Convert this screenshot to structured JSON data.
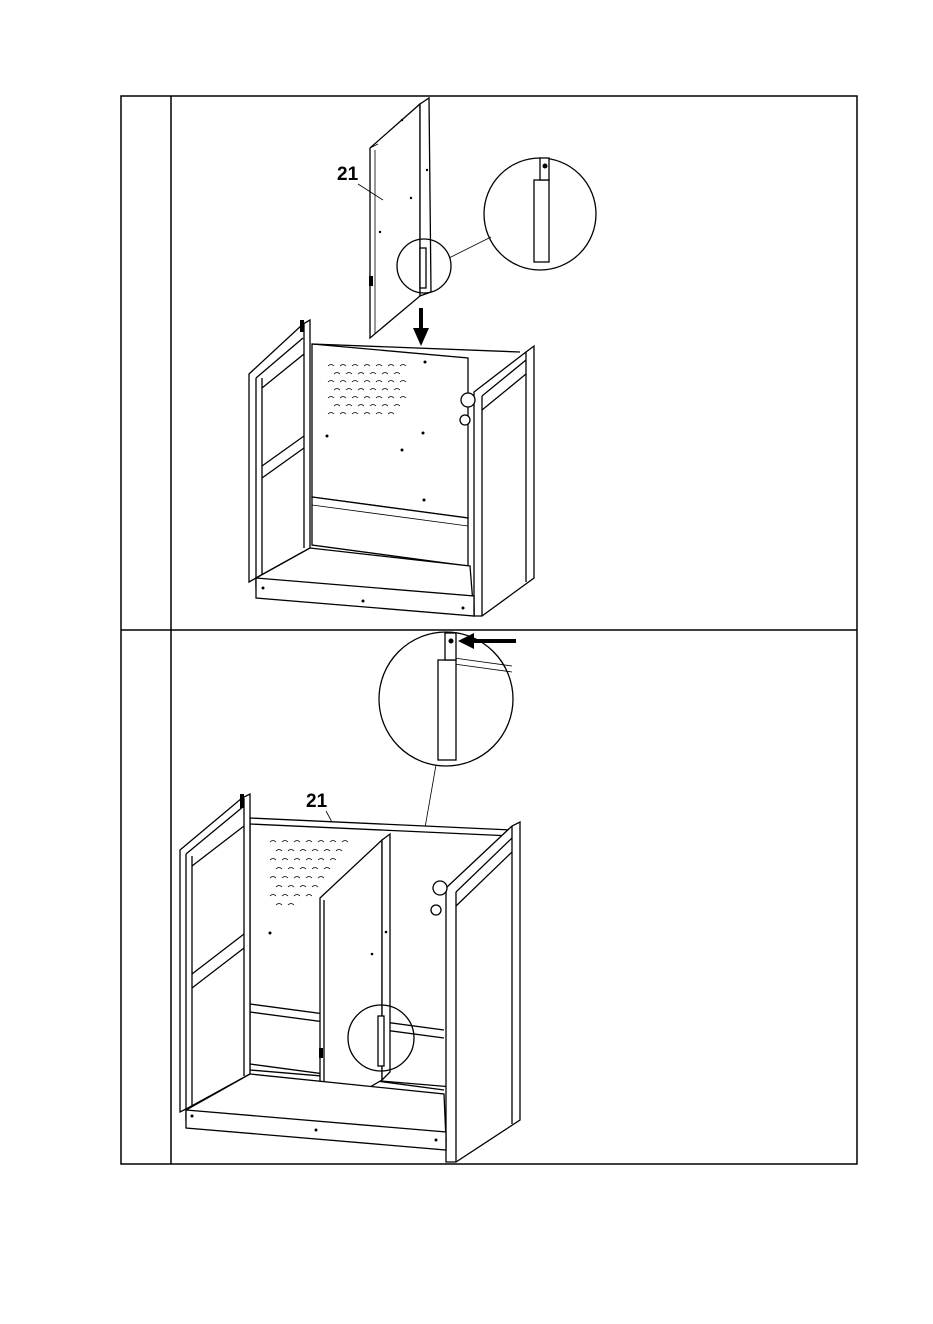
{
  "steps": [
    {
      "part_label": "21",
      "arrow": "down",
      "detail": "slot"
    },
    {
      "part_label": "21",
      "arrow": "left",
      "detail": "slot-bolt"
    }
  ],
  "colors": {
    "ink": "#000000",
    "paper": "#ffffff"
  }
}
